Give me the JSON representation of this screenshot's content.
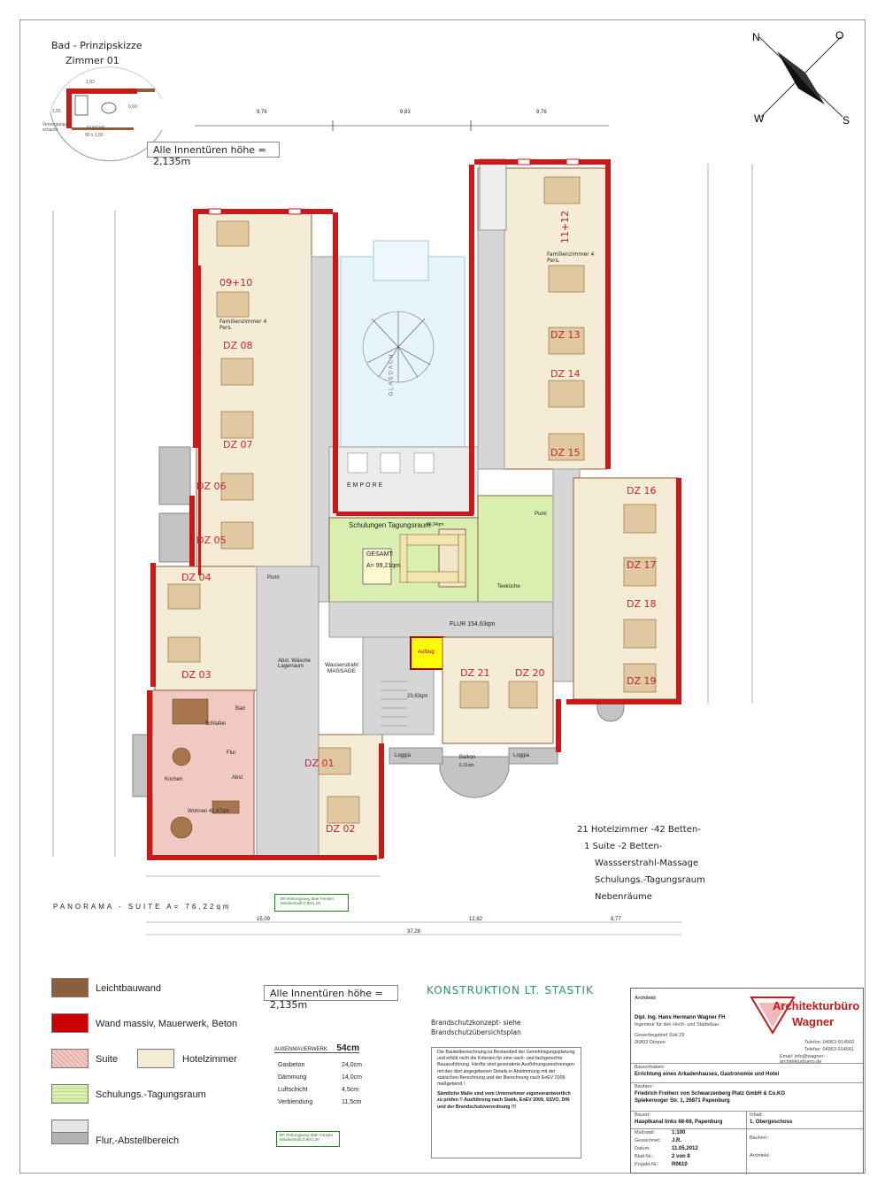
{
  "sketch": {
    "title": "Bad - Prinzipskizze",
    "subtitle": "Zimmer 01",
    "shower_label": "DUSCHE",
    "shower_size": "90 x 1,50",
    "shaft_label": "Versorgungs-schacht"
  },
  "note_doors": "Alle Innentüren höhe = 2,135m",
  "note_doors_bottom": "Alle Innentüren höhe = 2,135m",
  "konstruktion": "KONSTRUKTION LT. STASTIK",
  "top_dims": [
    "9,76",
    "9,83",
    "9,76"
  ],
  "rooms": {
    "dz01": "DZ 01",
    "dz02": "DZ 02",
    "dz03": "DZ 03",
    "dz04": "DZ 04",
    "dz05": "DZ 05",
    "dz06": "DZ 06",
    "dz07": "DZ 07",
    "dz08": "DZ 08",
    "fz0910": "09+10",
    "fz1112": "11+12",
    "dz13": "DZ 13",
    "dz14": "DZ 14",
    "dz15": "DZ 15",
    "dz16": "DZ 16",
    "dz17": "DZ 17",
    "dz18": "DZ 18",
    "dz19": "DZ 19",
    "dz20": "DZ 20",
    "dz21": "DZ 21",
    "familien": "Familienzimmer 4 Pers.",
    "empore": "EMPORE",
    "glasdach": "GLASDACH",
    "schulung": "Schulungen Tagungsraum",
    "schulung_area": "66,94qm",
    "gesamt_label": "GESAMT:",
    "gesamt_value": "A= 99,21qm",
    "flur": "FLUR 154,63qm",
    "teekueche": "Teeküche",
    "wasser": "Wasserstrahl MASSAGE",
    "lager": "Abst. Wäsche Lagerraum",
    "aufzug": "Aufzug",
    "th_area": "23,63qm",
    "balkon": "Balkon",
    "balkon_area": "6,31qm",
    "loggia": "Loggia",
    "schlafen": "Schlafen",
    "kochen": "Kochen",
    "wohnen": "Wohnen 41,67qm",
    "bad": "Bad",
    "flur_suite": "Flur",
    "abst": "Abst.",
    "pumi": "Pumi"
  },
  "panorama": "PANORAMA - SUITE   A= 76,22qm",
  "rf_note": "RF Rettungsweg über Fenster Mindestmaß 0,90/1,20",
  "bottom_dims": [
    "15,09",
    "12,82",
    "8,77",
    "37,28"
  ],
  "summary": [
    "21 Hotelzimmer -42 Betten-",
    "1 Suite -2 Betten-",
    "Wassserstrahl-Massage",
    "Schulungs.-Tagungsraum",
    "Nebenräume"
  ],
  "legend": [
    {
      "label": "Leichtbauwand",
      "color": "#8b5e3c"
    },
    {
      "label": "Wand massiv, Mauerwerk, Beton",
      "color": "#cc0000"
    },
    {
      "label": "Suite",
      "color": "#f2c9c2"
    },
    {
      "label": "Hotelzimmer",
      "color": "#f5ecd6"
    },
    {
      "label": "Schulungs.-Tagungsraum",
      "color": "#d8efb0"
    },
    {
      "label": "Flur,-Abstellbereich",
      "color": "#b3b3b3"
    }
  ],
  "wall_table": {
    "title": "AUßENMAUERWERK",
    "total": "54cm",
    "rows": [
      {
        "name": "Gasbeton",
        "value": "24,0cm"
      },
      {
        "name": "Dämmung",
        "value": "14,0cm"
      },
      {
        "name": "Luftschicht",
        "value": "4,5cm"
      },
      {
        "name": "Verblendung",
        "value": "11,5cm"
      }
    ]
  },
  "brandschutz": {
    "title": "Brandschutzkonzept- siehe Brandschutzübersichtsplan",
    "text1": "Die Bauteilbezeichnung ist Bestandteil der Genehmigungsplanung und erfüllt nicht die Kriterien für eine sach- und fachgerechte Bauausführung. Hierfür sind gesonderte Ausführungszeichnungen mit den dort angegebenen Details in Abstimmung mit der statischen Berechnung und der Berechnung nach EnEV 2009 maßgebend !",
    "text2": "Sämtliche Maße sind vom Unternehmer eigenverantwortlich zu prüfen !! Ausführung nach Statik, EnEV 2009, SSVO, DIN und der Brandschutzverordnung !!!"
  },
  "titleblock": {
    "logo_line1": "Architekturbüro",
    "logo_line2": "Wagner",
    "architekt_label": "Architekt",
    "architekt_name": "Dipl. Ing. Hans Hermann Wagner FH",
    "architekt_sub": "Ingenieur für den Hoch- und Städtebau",
    "address1": "Gewerbegebiet Süd 29",
    "address2": "26802 Dörpen",
    "phone": "Telefon: 04963-914560",
    "fax": "Telefax: 04963-914561",
    "email": "Email: info@wagner-architekturbuero.de",
    "bauvorhaben_label": "Bauvorhaben:",
    "bauvorhaben": "Errichtung eines Arkadenhauses, Gastronomie und Hotel",
    "bauherr_label": "Bauherr:",
    "bauherr1": "Friedrich Freiherr von Schwarzenberg Platz GmbH & Co.KG",
    "bauherr2": "Spiekerooger Str. 1, 26871 Papenburg",
    "bauort_label": "Bauort:",
    "bauort": "Hauptkanal links 68-69, Papenburg",
    "inhalt_label": "Inhalt:",
    "inhalt": "1. Obergeschoss",
    "massstab_label": "Maßstab:",
    "massstab": "1:100",
    "gezeichnet_label": "Gezeichnet:",
    "gezeichnet": "J.R.",
    "datum_label": "Datum:",
    "datum": "11.05.2012",
    "blatt_label": "Blatt-Nr.:",
    "blatt": "2 von 8",
    "projekt_label": "Projekt-Nr.:",
    "projekt": "R0610",
    "bauherr_sig": "Bauherr:",
    "architekt_sig": "Architekt:"
  },
  "compass": {
    "n": "N",
    "o": "O",
    "s": "S",
    "w": "W"
  }
}
